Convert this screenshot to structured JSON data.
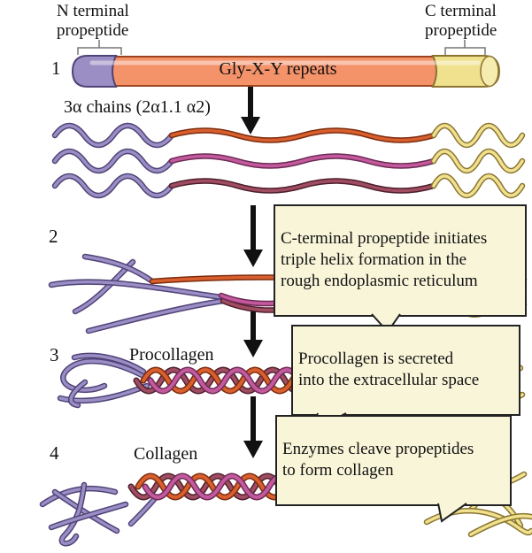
{
  "figure": {
    "title_context": "Collagen synthesis diagram",
    "labels": {
      "n_terminal": "N terminal\npropeptide",
      "c_terminal": "C terminal\npropeptide",
      "gly_repeats": "Gly-X-Y repeats",
      "alpha_chains": "3α chains (2α1.1 α2)",
      "procollagen": "Procollagen",
      "collagen": "Collagen"
    },
    "steps": [
      {
        "number": "1"
      },
      {
        "number": "2"
      },
      {
        "number": "3"
      },
      {
        "number": "4"
      }
    ],
    "callouts": [
      {
        "text": "C-terminal propeptide initiates\ntriple helix formation in the\nrough endoplasmic reticulum"
      },
      {
        "text": "Procollagen is secreted\ninto the extracellular space"
      },
      {
        "text": "Enzymes cleave propeptides\nto form collagen"
      }
    ],
    "colors": {
      "purple": "#9a8ec5",
      "purple_dark": "#4f4377",
      "orange_bar": "#f4926a",
      "orange_bar_dark": "#9c4420",
      "yellow": "#f0e18f",
      "yellow_dark": "#8a7430",
      "chain_orange": "#d95f2e",
      "chain_orange_dark": "#7c2d0e",
      "chain_magenta": "#c45a9e",
      "chain_magenta_dark": "#6e2a55",
      "chain_maroon": "#a04d62",
      "chain_maroon_dark": "#4e1f2c",
      "callout_bg": "#f8f5d9",
      "arrow": "#111111"
    }
  }
}
